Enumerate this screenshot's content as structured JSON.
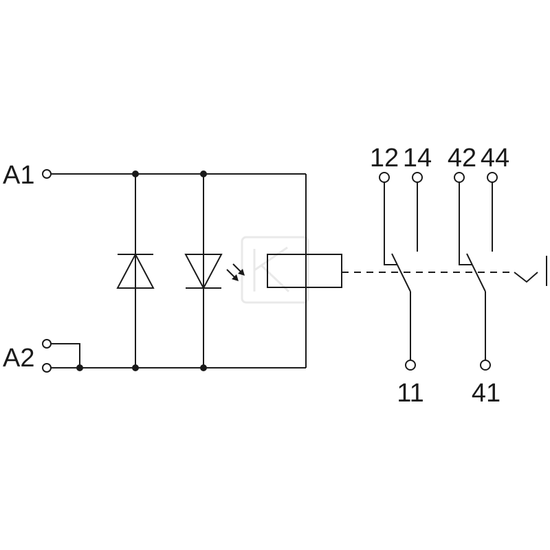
{
  "terminals": {
    "a1": "A1",
    "a2": "A2",
    "c12": "12",
    "c14": "14",
    "c42": "42",
    "c44": "44",
    "c11": "11",
    "c41": "41"
  },
  "colors": {
    "ink": "#1a1a1a",
    "background": "#ffffff",
    "watermark": "#e9e9e9"
  },
  "icons": {
    "watermark": "brand-logo-watermark",
    "freewheel_diode": "diode-symbol",
    "indicator_led": "led-symbol",
    "relay_coil": "coil-symbol",
    "mechanical_link": "dashed-actuator-link"
  }
}
